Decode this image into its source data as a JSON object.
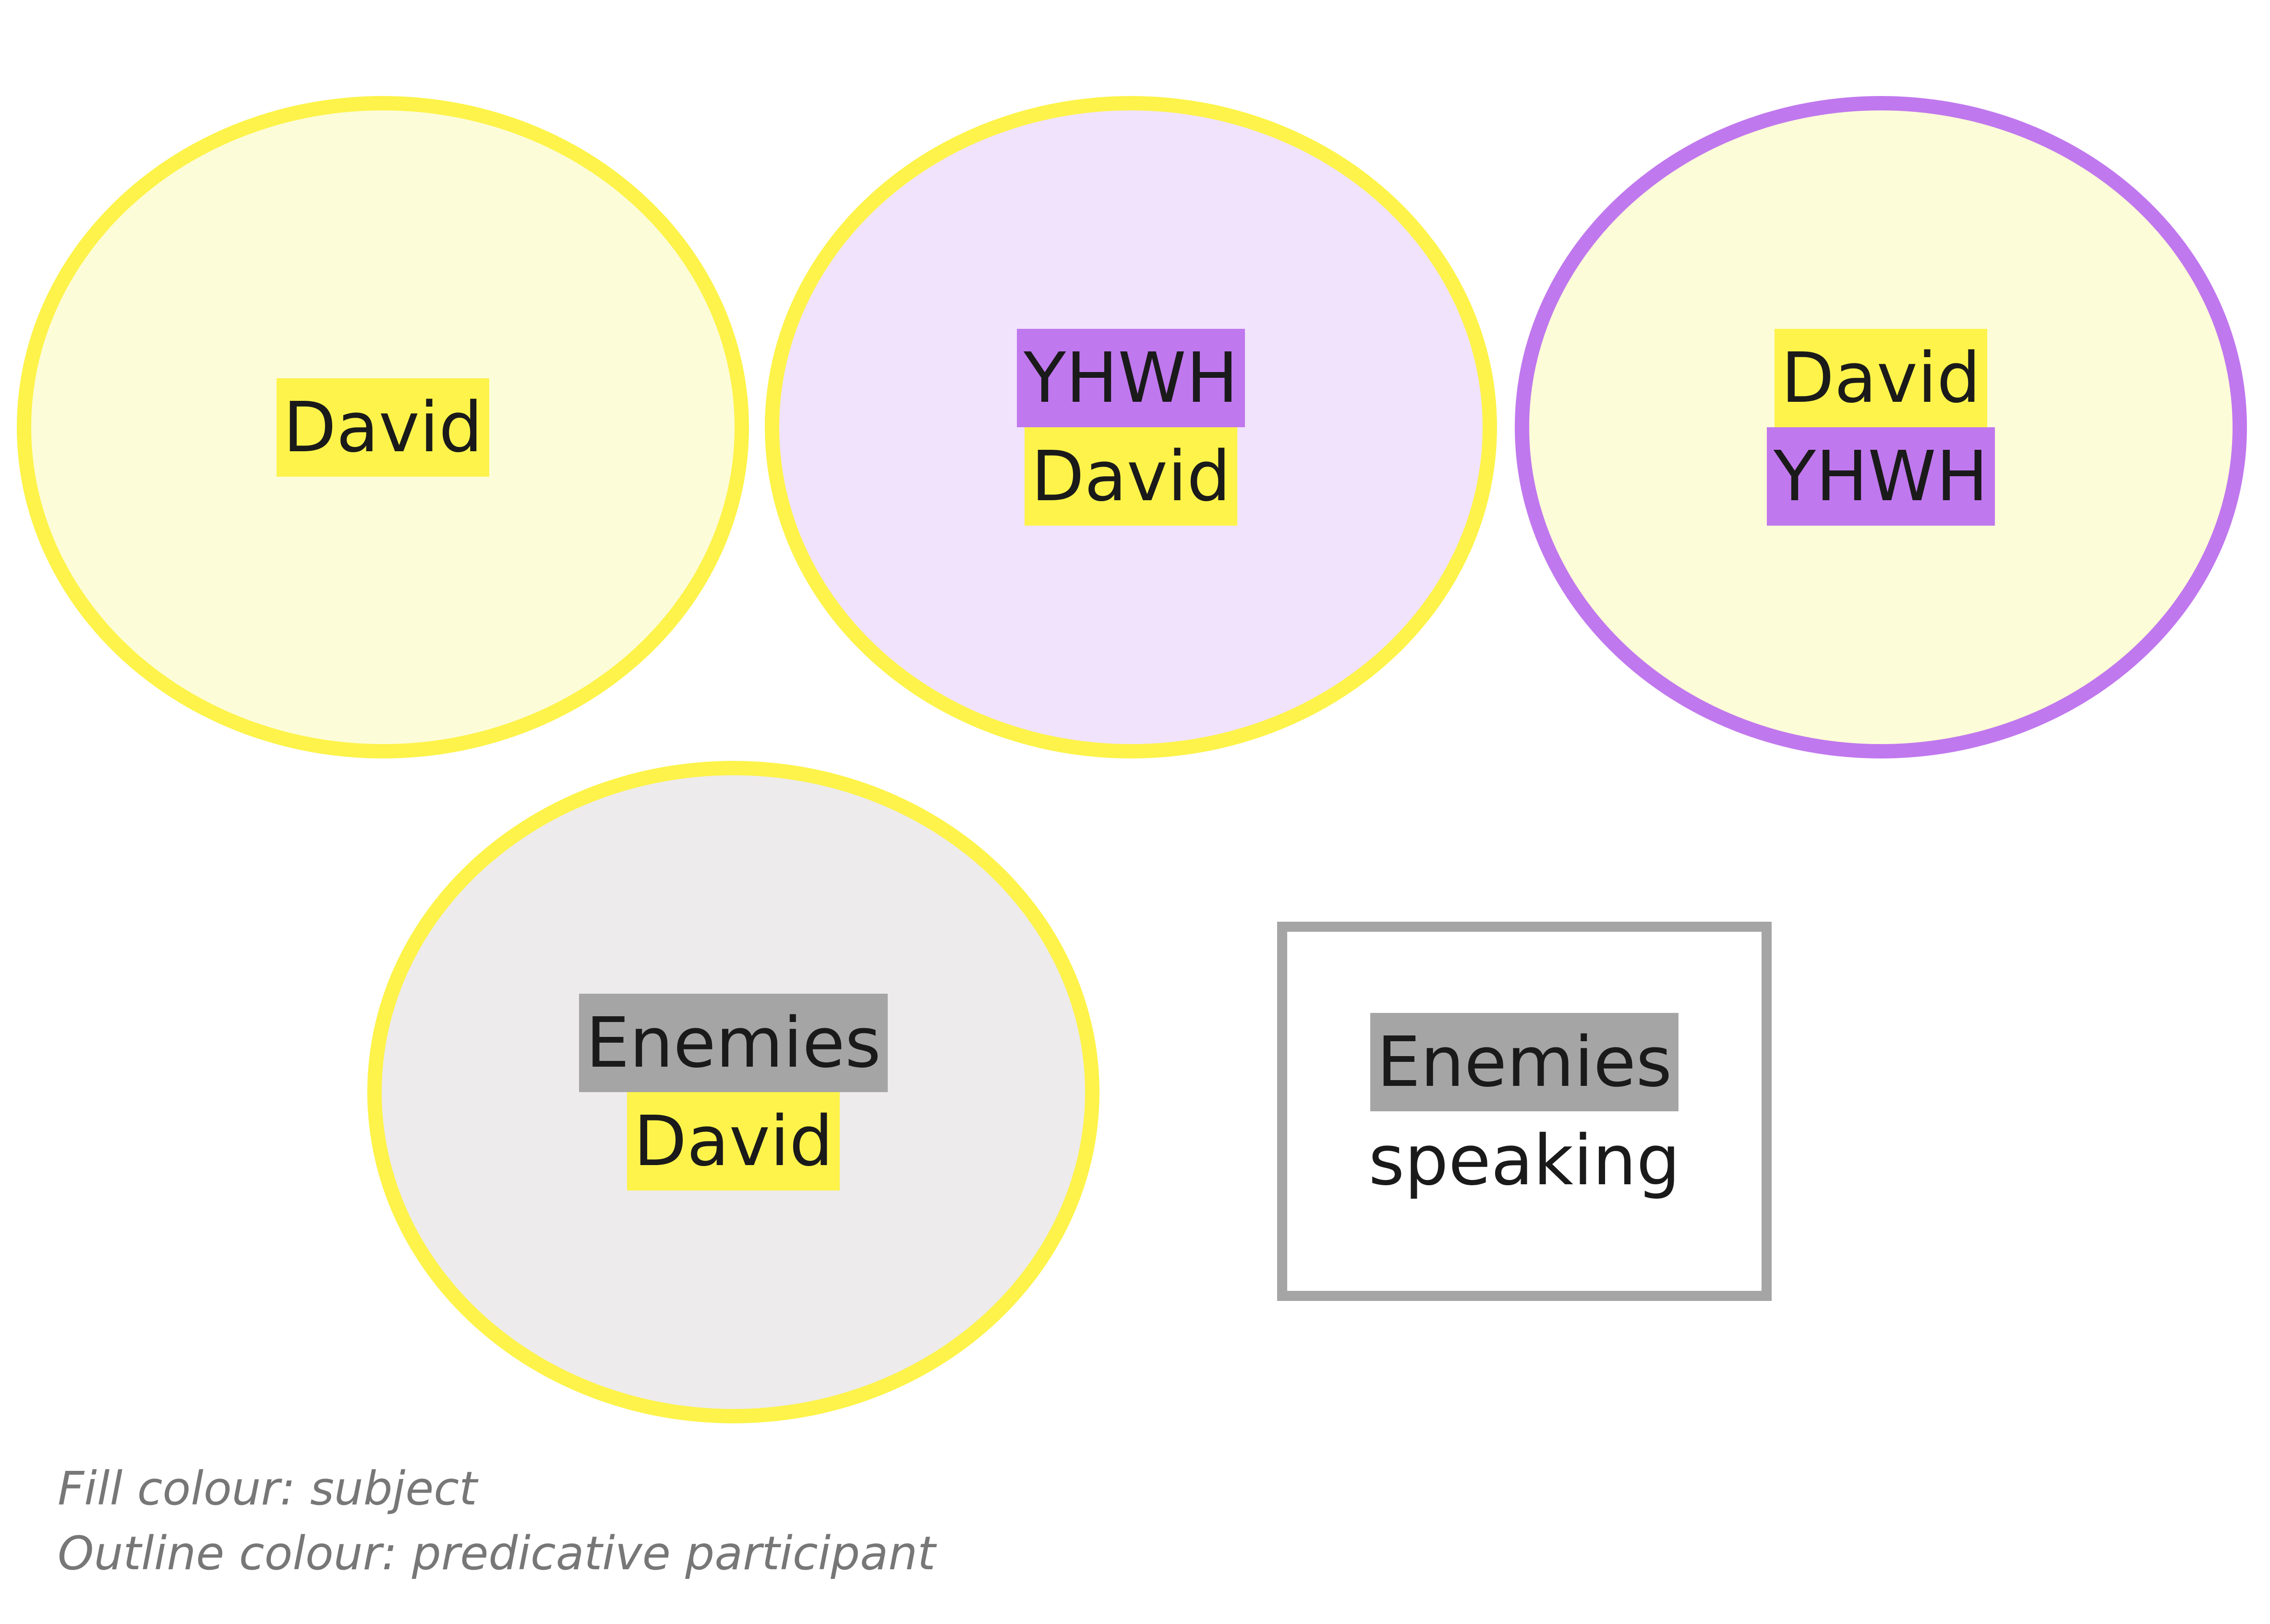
{
  "colors": {
    "david": "#fdf34a",
    "david_fill": "#fdfcd8",
    "yhwh": "#c078ee",
    "yhwh_fill": "#f1e3fb",
    "enemies": "#a6a5a6",
    "enemies_fill": "#edebeb",
    "text": "#1a1a1a",
    "legend_text": "#777777"
  },
  "nodes": [
    {
      "id": "node-1",
      "shape": "ellipse",
      "fill": "david_fill",
      "outline": "david",
      "labels": [
        {
          "text": "David",
          "highlight": "david"
        }
      ]
    },
    {
      "id": "node-2",
      "shape": "ellipse",
      "fill": "yhwh_fill",
      "outline": "david",
      "labels": [
        {
          "text": "YHWH",
          "highlight": "yhwh"
        },
        {
          "text": "David",
          "highlight": "david"
        }
      ]
    },
    {
      "id": "node-3",
      "shape": "ellipse",
      "fill": "david_fill",
      "outline": "yhwh",
      "labels": [
        {
          "text": "David",
          "highlight": "david"
        },
        {
          "text": "YHWH",
          "highlight": "yhwh"
        }
      ]
    },
    {
      "id": "node-4",
      "shape": "ellipse",
      "fill": "enemies_fill",
      "outline": "david",
      "labels": [
        {
          "text": "Enemies",
          "highlight": "enemies"
        },
        {
          "text": "David",
          "highlight": "david"
        }
      ]
    },
    {
      "id": "node-5",
      "shape": "box",
      "labels": [
        {
          "text": "Enemies",
          "highlight": "enemies"
        },
        {
          "text": "speaking",
          "highlight": null
        }
      ]
    }
  ],
  "legend": {
    "line1": "Fill colour: subject",
    "line2": "Outline colour: predicative participant"
  }
}
